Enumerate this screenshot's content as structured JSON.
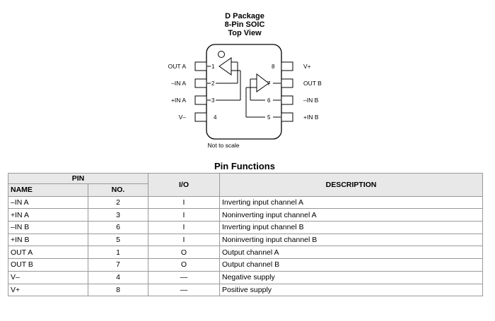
{
  "package": {
    "title_line1": "D Package",
    "title_line2": "8-Pin SOIC",
    "title_line3": "Top View",
    "note": "Not to scale",
    "pins_left": [
      {
        "label": "OUT A",
        "num": "1"
      },
      {
        "label": "–IN A",
        "num": "2"
      },
      {
        "label": "+IN A",
        "num": "3"
      },
      {
        "label": "V–",
        "num": "4"
      }
    ],
    "pins_right": [
      {
        "label": "V+",
        "num": "8"
      },
      {
        "label": "OUT B",
        "num": "7"
      },
      {
        "label": "–IN B",
        "num": "6"
      },
      {
        "label": "+IN B",
        "num": "5"
      }
    ]
  },
  "section_title": "Pin Functions",
  "table": {
    "header_pin": "PIN",
    "header_name": "NAME",
    "header_no": "NO.",
    "header_io": "I/O",
    "header_desc": "DESCRIPTION",
    "rows": [
      {
        "name": "–IN A",
        "no": "2",
        "io": "I",
        "desc": "Inverting input channel A"
      },
      {
        "name": "+IN A",
        "no": "3",
        "io": "I",
        "desc": "Noninverting input channel A"
      },
      {
        "name": "–IN B",
        "no": "6",
        "io": "I",
        "desc": "Inverting input channel B"
      },
      {
        "name": "+IN B",
        "no": "5",
        "io": "I",
        "desc": "Noninverting input channel B"
      },
      {
        "name": "OUT A",
        "no": "1",
        "io": "O",
        "desc": "Output channel A"
      },
      {
        "name": "OUT B",
        "no": "7",
        "io": "O",
        "desc": "Output channel B"
      },
      {
        "name": "V–",
        "no": "4",
        "io": "—",
        "desc": "Negative supply"
      },
      {
        "name": "V+",
        "no": "8",
        "io": "—",
        "desc": "Positive supply"
      }
    ]
  }
}
